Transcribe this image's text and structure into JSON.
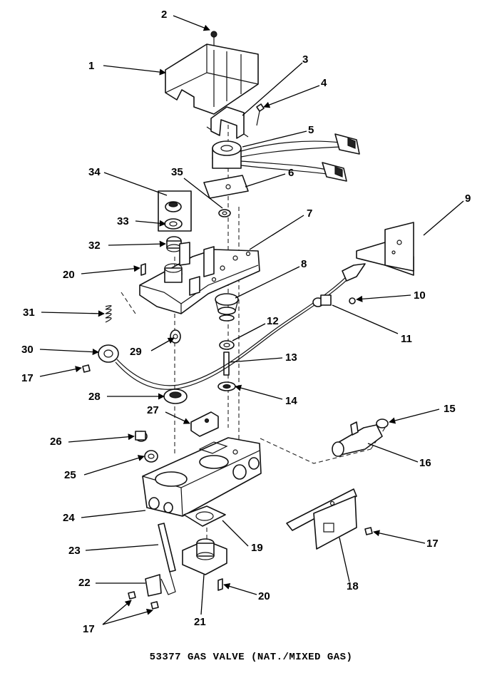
{
  "caption": "53377 GAS VALVE (NAT./MIXED GAS)",
  "callouts": [
    "1",
    "2",
    "3",
    "4",
    "5",
    "6",
    "7",
    "8",
    "9",
    "10",
    "11",
    "12",
    "13",
    "14",
    "15",
    "16",
    "17",
    "17",
    "17",
    "17",
    "18",
    "19",
    "20",
    "20",
    "21",
    "22",
    "23",
    "24",
    "25",
    "26",
    "27",
    "28",
    "29",
    "30",
    "31",
    "32",
    "33",
    "34",
    "35"
  ]
}
